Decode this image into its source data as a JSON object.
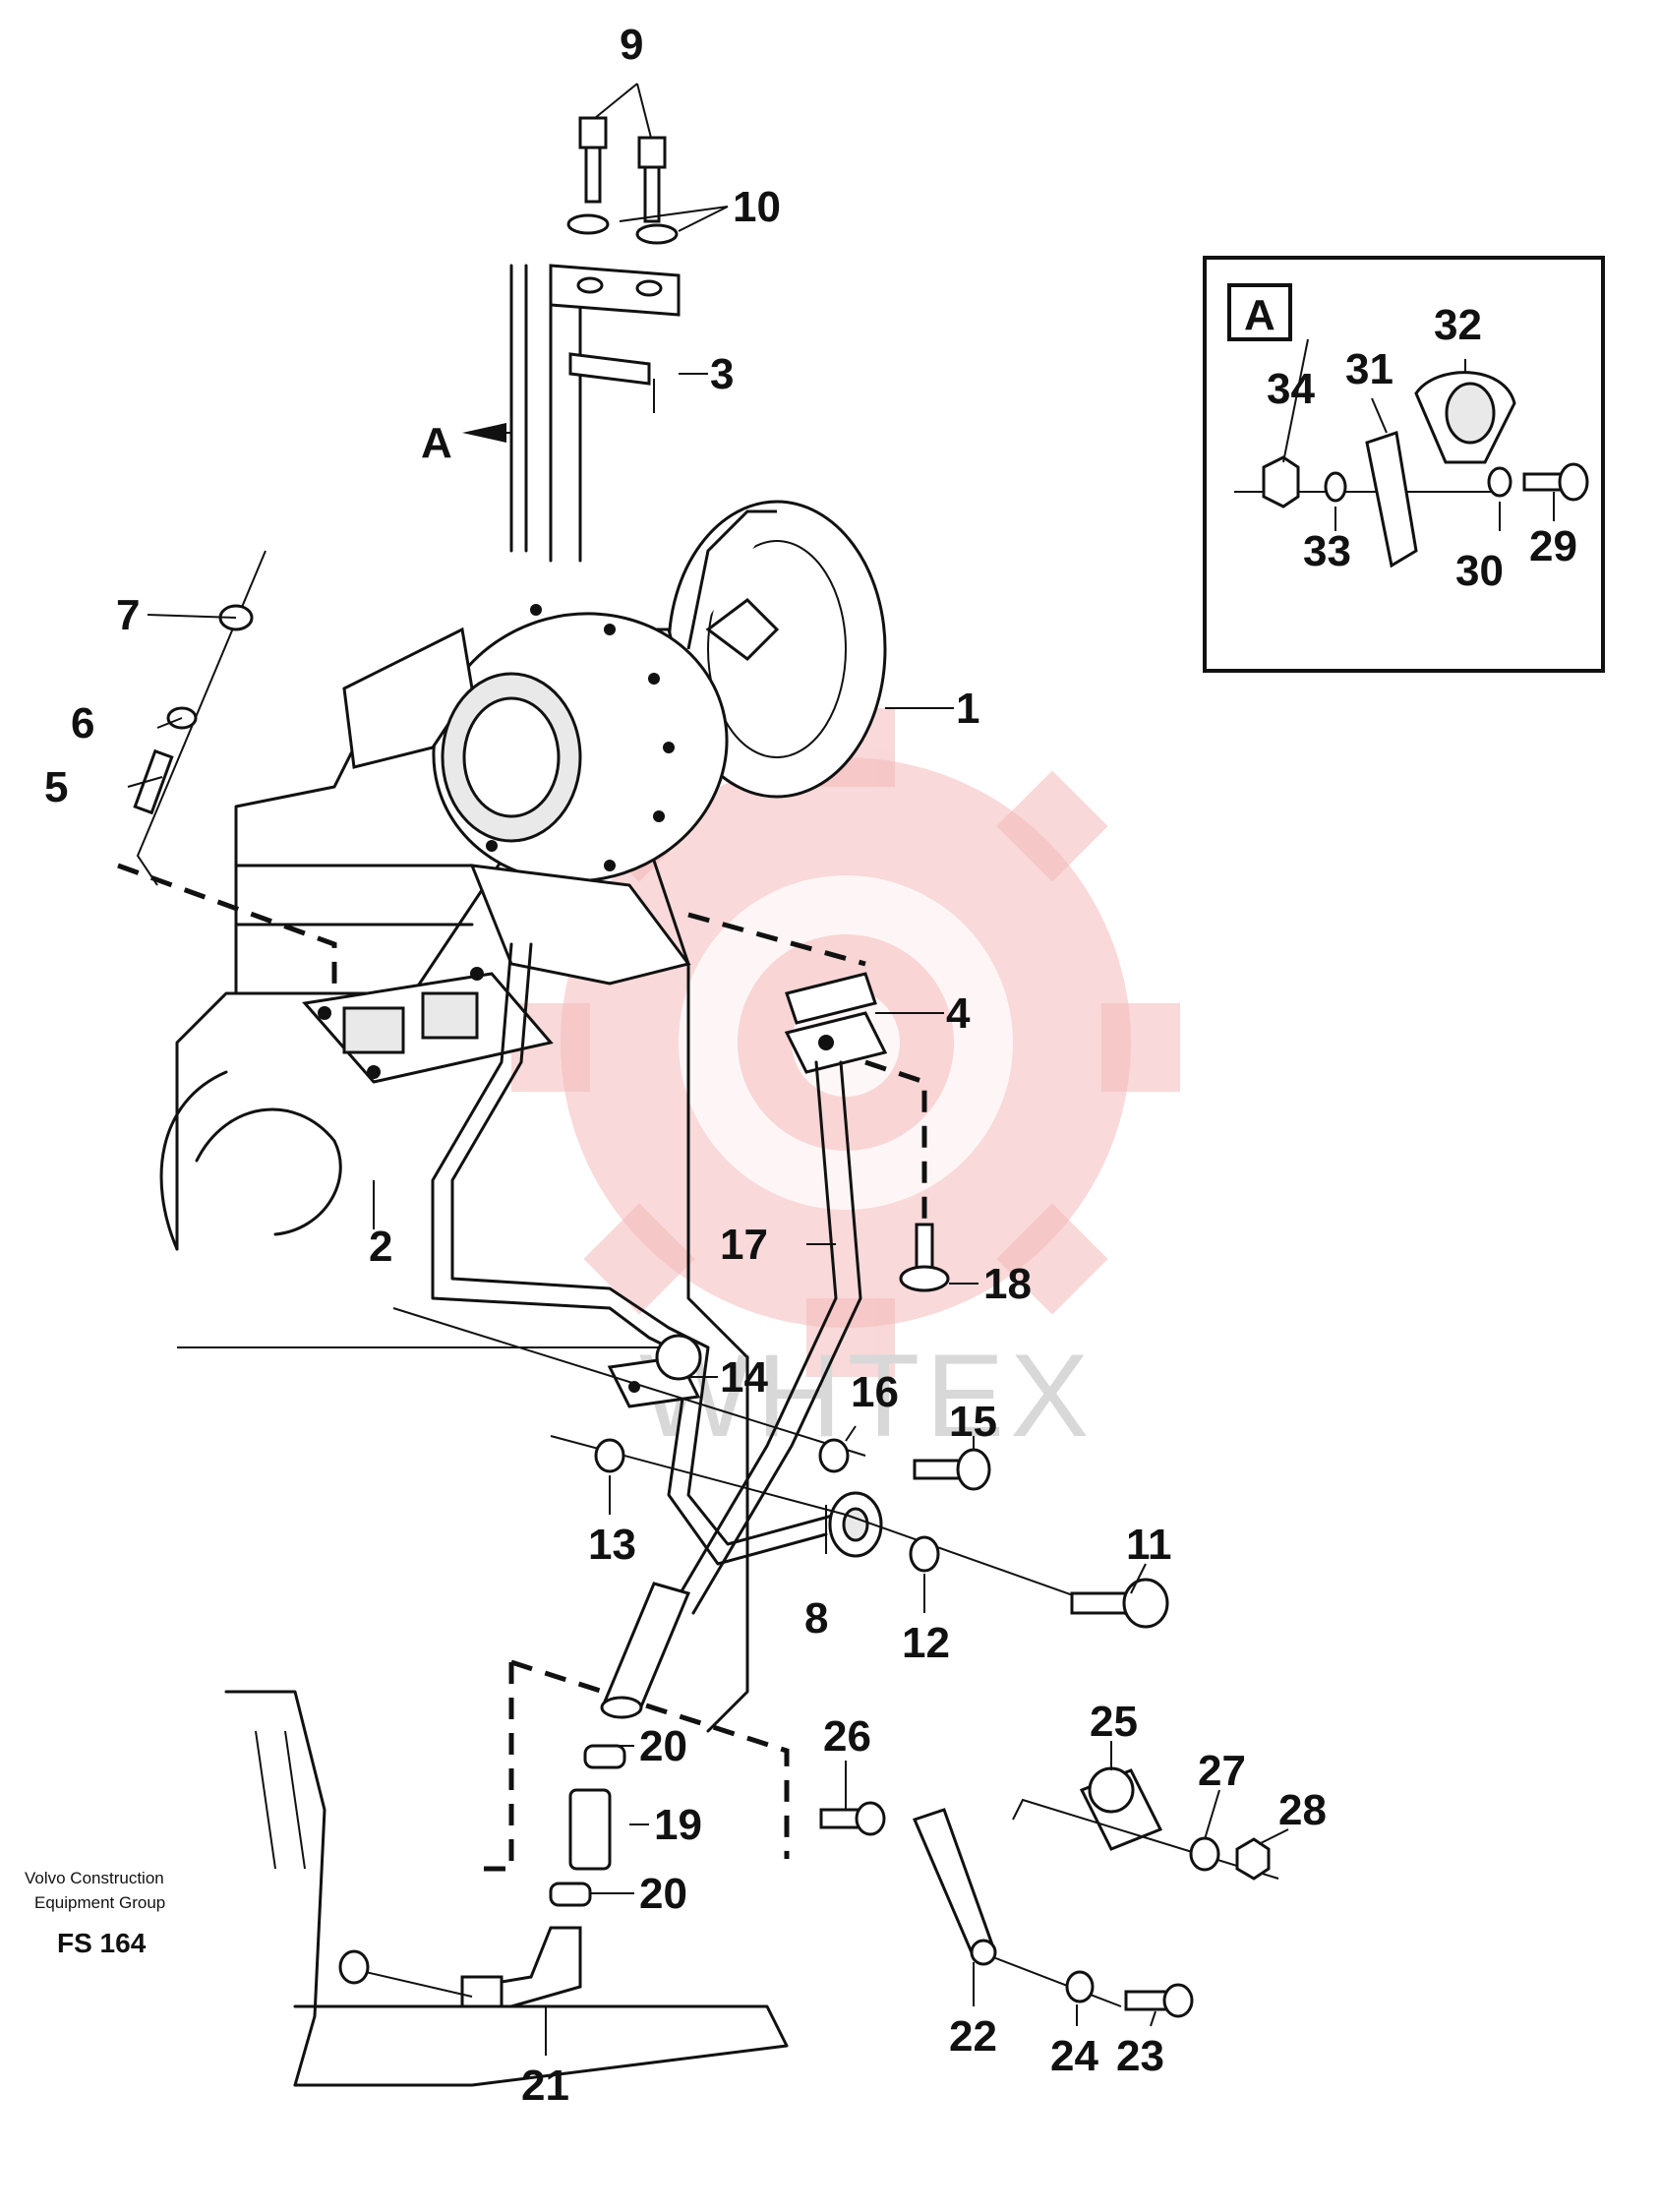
{
  "watermark": {
    "text": "WHTEX",
    "gear_color": "#f4b9b9"
  },
  "detail_view": {
    "letter": "A",
    "numbers": [
      "29",
      "30",
      "31",
      "32",
      "33",
      "34"
    ]
  },
  "view_arrow_label": "A",
  "callouts": [
    "1",
    "2",
    "3",
    "4",
    "5",
    "6",
    "7",
    "8",
    "9",
    "10",
    "11",
    "12",
    "13",
    "14",
    "15",
    "16",
    "17",
    "18",
    "19",
    "20",
    "20",
    "21",
    "22",
    "23",
    "24",
    "25",
    "26",
    "27",
    "28"
  ],
  "caption": {
    "line1": "Volvo Construction",
    "line2": "Equipment Group",
    "code": "FS 164"
  }
}
